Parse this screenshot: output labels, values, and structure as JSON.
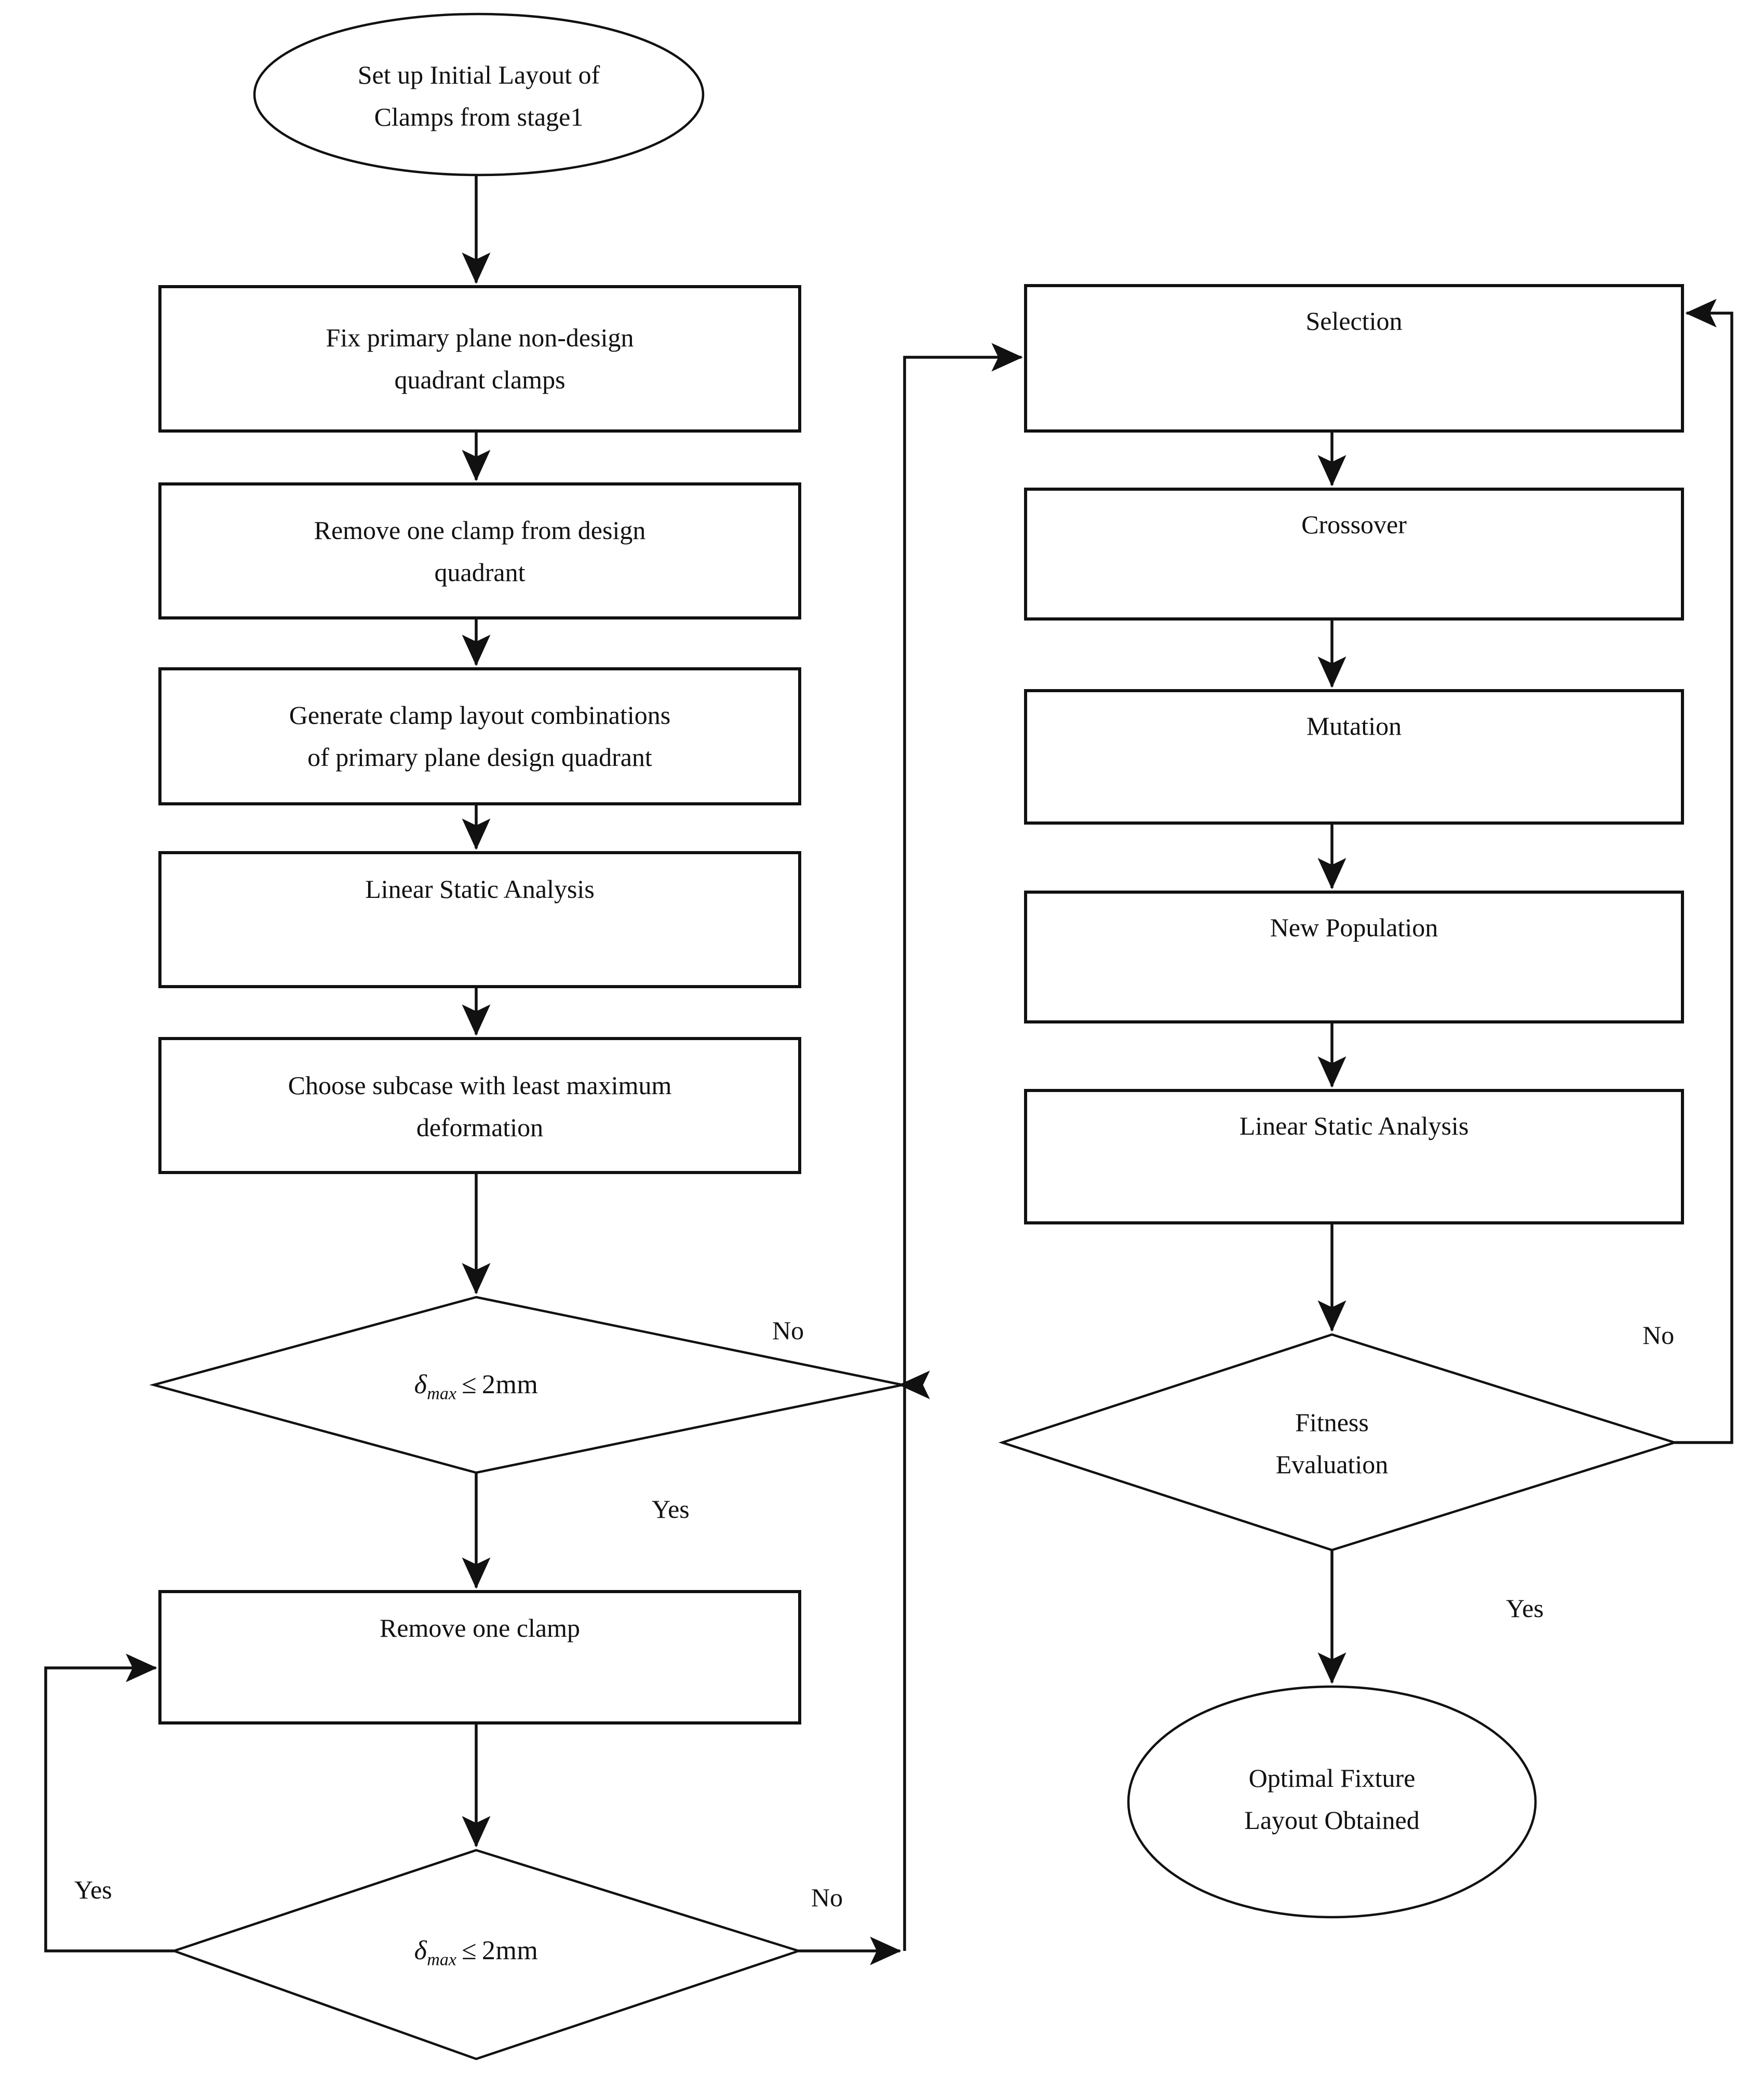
{
  "diagram": {
    "type": "flowchart",
    "title": "Two-stage fixture clamp layout optimization flowchart",
    "background_color": "#ffffff",
    "stroke_color": "#111111",
    "text_color": "#111111"
  },
  "left_column": {
    "start_oval": {
      "shape": "ellipse",
      "line1": "Set up Initial Layout of",
      "line2": "Clamps from stage1"
    },
    "steps": [
      {
        "shape": "rectangle",
        "line1": "Fix primary plane non-design",
        "line2": "quadrant clamps"
      },
      {
        "shape": "rectangle",
        "line1": "Remove one clamp from design",
        "line2": "quadrant"
      },
      {
        "shape": "rectangle",
        "line1": "Generate clamp layout combinations",
        "line2": "of primary plane design quadrant"
      },
      {
        "shape": "rectangle",
        "line1": "Linear Static Analysis",
        "line2": ""
      },
      {
        "shape": "rectangle",
        "line1": "Choose subcase with least maximum",
        "line2": "deformation"
      }
    ],
    "decision_1": {
      "shape": "diamond",
      "symbol": "δ",
      "subscript": "max",
      "relation": "≤",
      "threshold": "2mm",
      "full_text": "δmax ≤ 2mm",
      "branch_no": "No",
      "branch_yes": "Yes"
    },
    "remove_clamp_box": {
      "shape": "rectangle",
      "line1": "Remove one clamp",
      "line2": ""
    },
    "decision_2": {
      "shape": "diamond",
      "symbol": "δ",
      "subscript": "max",
      "relation": "≤",
      "threshold": "2mm",
      "full_text": "δmax ≤ 2mm",
      "branch_yes": "Yes",
      "branch_no": "No"
    }
  },
  "right_column": {
    "steps": [
      {
        "shape": "rectangle",
        "label": "Selection"
      },
      {
        "shape": "rectangle",
        "label": "Crossover"
      },
      {
        "shape": "rectangle",
        "label": "Mutation"
      },
      {
        "shape": "rectangle",
        "label": "New Population"
      },
      {
        "shape": "rectangle",
        "label": "Linear Static Analysis"
      }
    ],
    "decision_fitness": {
      "shape": "diamond",
      "line1": "Fitness",
      "line2": "Evaluation",
      "branch_no": "No",
      "branch_yes": "Yes"
    },
    "end_oval": {
      "shape": "ellipse",
      "line1": "Optimal Fixture",
      "line2": "Layout Obtained"
    }
  }
}
